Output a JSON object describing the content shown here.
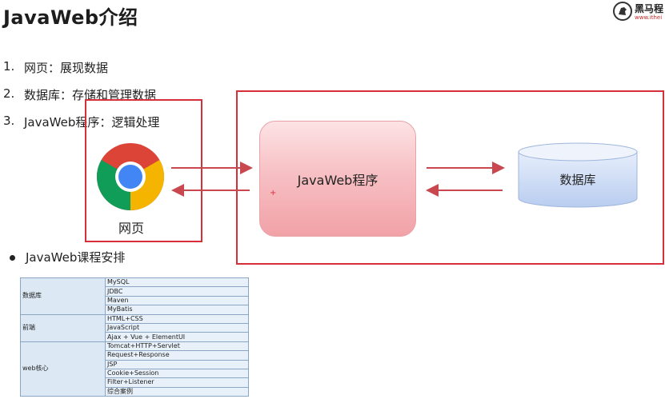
{
  "slide": {
    "title": "JavaWeb介绍",
    "logo": {
      "brand": "黑马程",
      "url": "www.ithei"
    },
    "list": [
      {
        "num": "1.",
        "text": "网页：展现数据"
      },
      {
        "num": "2.",
        "text": "数据库：存储和管理数据"
      },
      {
        "num": "3.",
        "text": "JavaWeb程序：逻辑处理"
      }
    ],
    "diagram": {
      "browser_label": "网页",
      "server_label": "JavaWeb程序",
      "db_label": "数据库"
    },
    "course_title": "JavaWeb课程安排",
    "course": [
      {
        "category": "数据库",
        "items": [
          "MySQL",
          "JDBC",
          "Maven",
          "MyBatis"
        ]
      },
      {
        "category": "前端",
        "items": [
          "HTML+CSS",
          "JavaScript",
          "Ajax + Vue + ElementUI"
        ]
      },
      {
        "category": "web核心",
        "items": [
          "Tomcat+HTTP+Servlet",
          "Request+Response",
          "JSP",
          "Cookie+Session",
          "Filter+Listener",
          "综合案例"
        ]
      }
    ]
  },
  "colors": {
    "highlight_border": "#d62f3a",
    "server_fill": "#f7c0c4",
    "db_fill": "#cfdcf5",
    "table_fill": "#dce9f5"
  },
  "icons": {
    "browser": "chrome-icon",
    "database": "database-cylinder-icon",
    "logo": "horse-logo-icon"
  }
}
